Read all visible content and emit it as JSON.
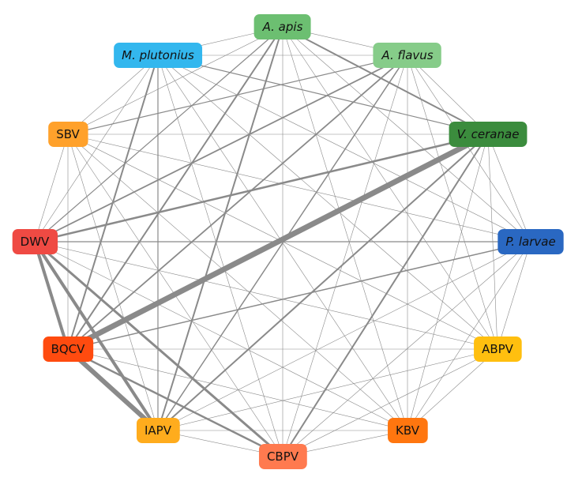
{
  "nodes": [
    {
      "id": "aapis",
      "label": "A. apis",
      "italic": true,
      "color": "#6cbf71"
    },
    {
      "id": "aflavus",
      "label": "A. flavus",
      "italic": true,
      "color": "#86cc89"
    },
    {
      "id": "vcer",
      "label": "V. ceranae",
      "italic": true,
      "color": "#3b8c3d"
    },
    {
      "id": "plar",
      "label": "P. larvae",
      "italic": true,
      "color": "#2a68c2"
    },
    {
      "id": "abpv",
      "label": "ABPV",
      "italic": false,
      "color": "#ffbf0f"
    },
    {
      "id": "kbv",
      "label": "KBV",
      "italic": false,
      "color": "#ff760f"
    },
    {
      "id": "cbpv",
      "label": "CBPV",
      "italic": false,
      "color": "#ff7a4f"
    },
    {
      "id": "iapv",
      "label": "IAPV",
      "italic": false,
      "color": "#ffac1d"
    },
    {
      "id": "bqcv",
      "label": "BQCV",
      "italic": false,
      "color": "#ff4b0f"
    },
    {
      "id": "dwv",
      "label": "DWV",
      "italic": false,
      "color": "#ef4a43"
    },
    {
      "id": "sbv",
      "label": "SBV",
      "italic": false,
      "color": "#ffa12b"
    },
    {
      "id": "mplut",
      "label": "M. plutonius",
      "italic": true,
      "color": "#33b7ee"
    }
  ],
  "edge_color": "#8a8a8a",
  "edges": [
    [
      "bqcv",
      "vcer",
      7
    ],
    [
      "bqcv",
      "iapv",
      6
    ],
    [
      "dwv",
      "iapv",
      4
    ],
    [
      "dwv",
      "bqcv",
      4
    ],
    [
      "dwv",
      "cbpv",
      3
    ],
    [
      "bqcv",
      "cbpv",
      2.5
    ],
    [
      "dwv",
      "vcer",
      2.5
    ],
    [
      "bqcv",
      "aapis",
      2
    ],
    [
      "iapv",
      "aapis",
      2
    ],
    [
      "iapv",
      "vcer",
      2
    ],
    [
      "cbpv",
      "vcer",
      2
    ],
    [
      "bqcv",
      "mplut",
      2
    ],
    [
      "aapis",
      "vcer",
      2
    ],
    [
      "dwv",
      "aflavus",
      1.8
    ],
    [
      "aflavus",
      "bqcv",
      1.8
    ],
    [
      "bqcv",
      "plar",
      1.5
    ],
    [
      "iapv",
      "aflavus",
      1.5
    ],
    [
      "mplut",
      "vcer",
      1.2
    ],
    [
      "sbv",
      "aflavus",
      1.2
    ],
    [
      "dwv",
      "plar",
      1.2
    ],
    [
      "iapv",
      "mplut",
      1.2
    ],
    [
      "dwv",
      "aapis",
      1.2
    ]
  ]
}
